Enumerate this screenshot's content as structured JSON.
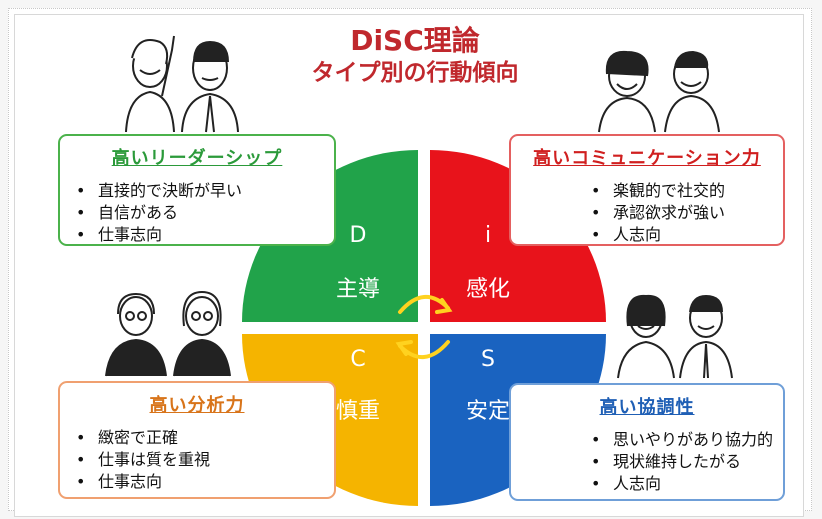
{
  "title": {
    "line1": "DiSC理論",
    "line2": "タイプ別の行動傾向"
  },
  "colors": {
    "dominance": "#21a34a",
    "influence": "#e8131b",
    "steadiness": "#1a63c0",
    "conscientiousness": "#f5b400",
    "title": "#c0282d"
  },
  "quadrants": {
    "d": {
      "letter": "D",
      "label": "主導"
    },
    "i": {
      "letter": "i",
      "label": "感化"
    },
    "s": {
      "letter": "S",
      "label": "安定"
    },
    "c": {
      "letter": "C",
      "label": "慎重"
    }
  },
  "boxes": {
    "d": {
      "heading": "高いリーダーシップ",
      "items": [
        "直接的で決断が早い",
        "自信がある",
        "仕事志向"
      ]
    },
    "i": {
      "heading": "高いコミュニケーション力",
      "items": [
        "楽観的で社交的",
        "承認欲求が強い",
        "人志向"
      ]
    },
    "c": {
      "heading": "高い分析力",
      "items": [
        "緻密で正確",
        "仕事は質を重視",
        "仕事志向"
      ]
    },
    "s": {
      "heading": "高い協調性",
      "items": [
        "思いやりがあり協力的",
        "現状維持したがる",
        "人志向"
      ]
    }
  }
}
